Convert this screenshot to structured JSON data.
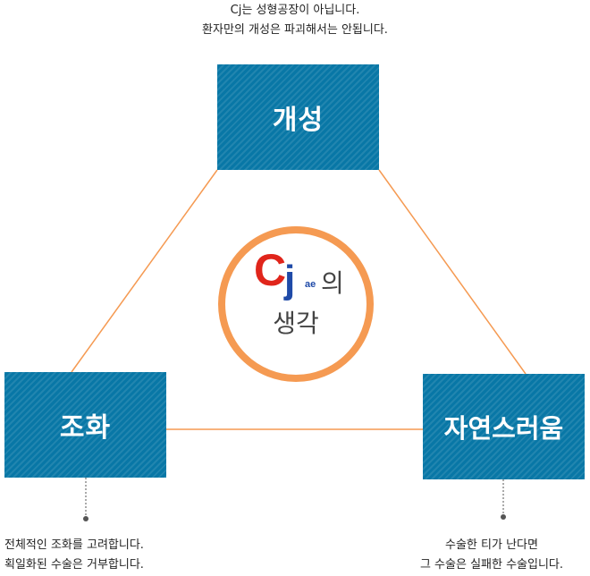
{
  "colors": {
    "box_fill": "#0877a6",
    "connector": "#f59a52",
    "circle_border": "#f59a52",
    "logo_c": "#e0251b",
    "logo_j": "#1f4aa8",
    "leader_line": "#555555"
  },
  "nodes": {
    "top": {
      "label": "개성"
    },
    "left": {
      "label": "조화"
    },
    "right": {
      "label": "자연스러움"
    }
  },
  "captions": {
    "top": {
      "line1": "Cj는 성형공장이 아닙니다.",
      "line2": "환자만의 개성은 파괴해서는 안됩니다."
    },
    "left": {
      "line1": "전체적인 조화를 고려합니다.",
      "line2": "획일화된 수술은 거부합니다."
    },
    "right": {
      "line1": "수술한 티가 난다면",
      "line2": "그 수술은 실패한 수술입니다."
    }
  },
  "center": {
    "logo_c": "C",
    "logo_j": "j",
    "logo_ae": "ae",
    "logo_ui": "의",
    "text": "생각"
  }
}
